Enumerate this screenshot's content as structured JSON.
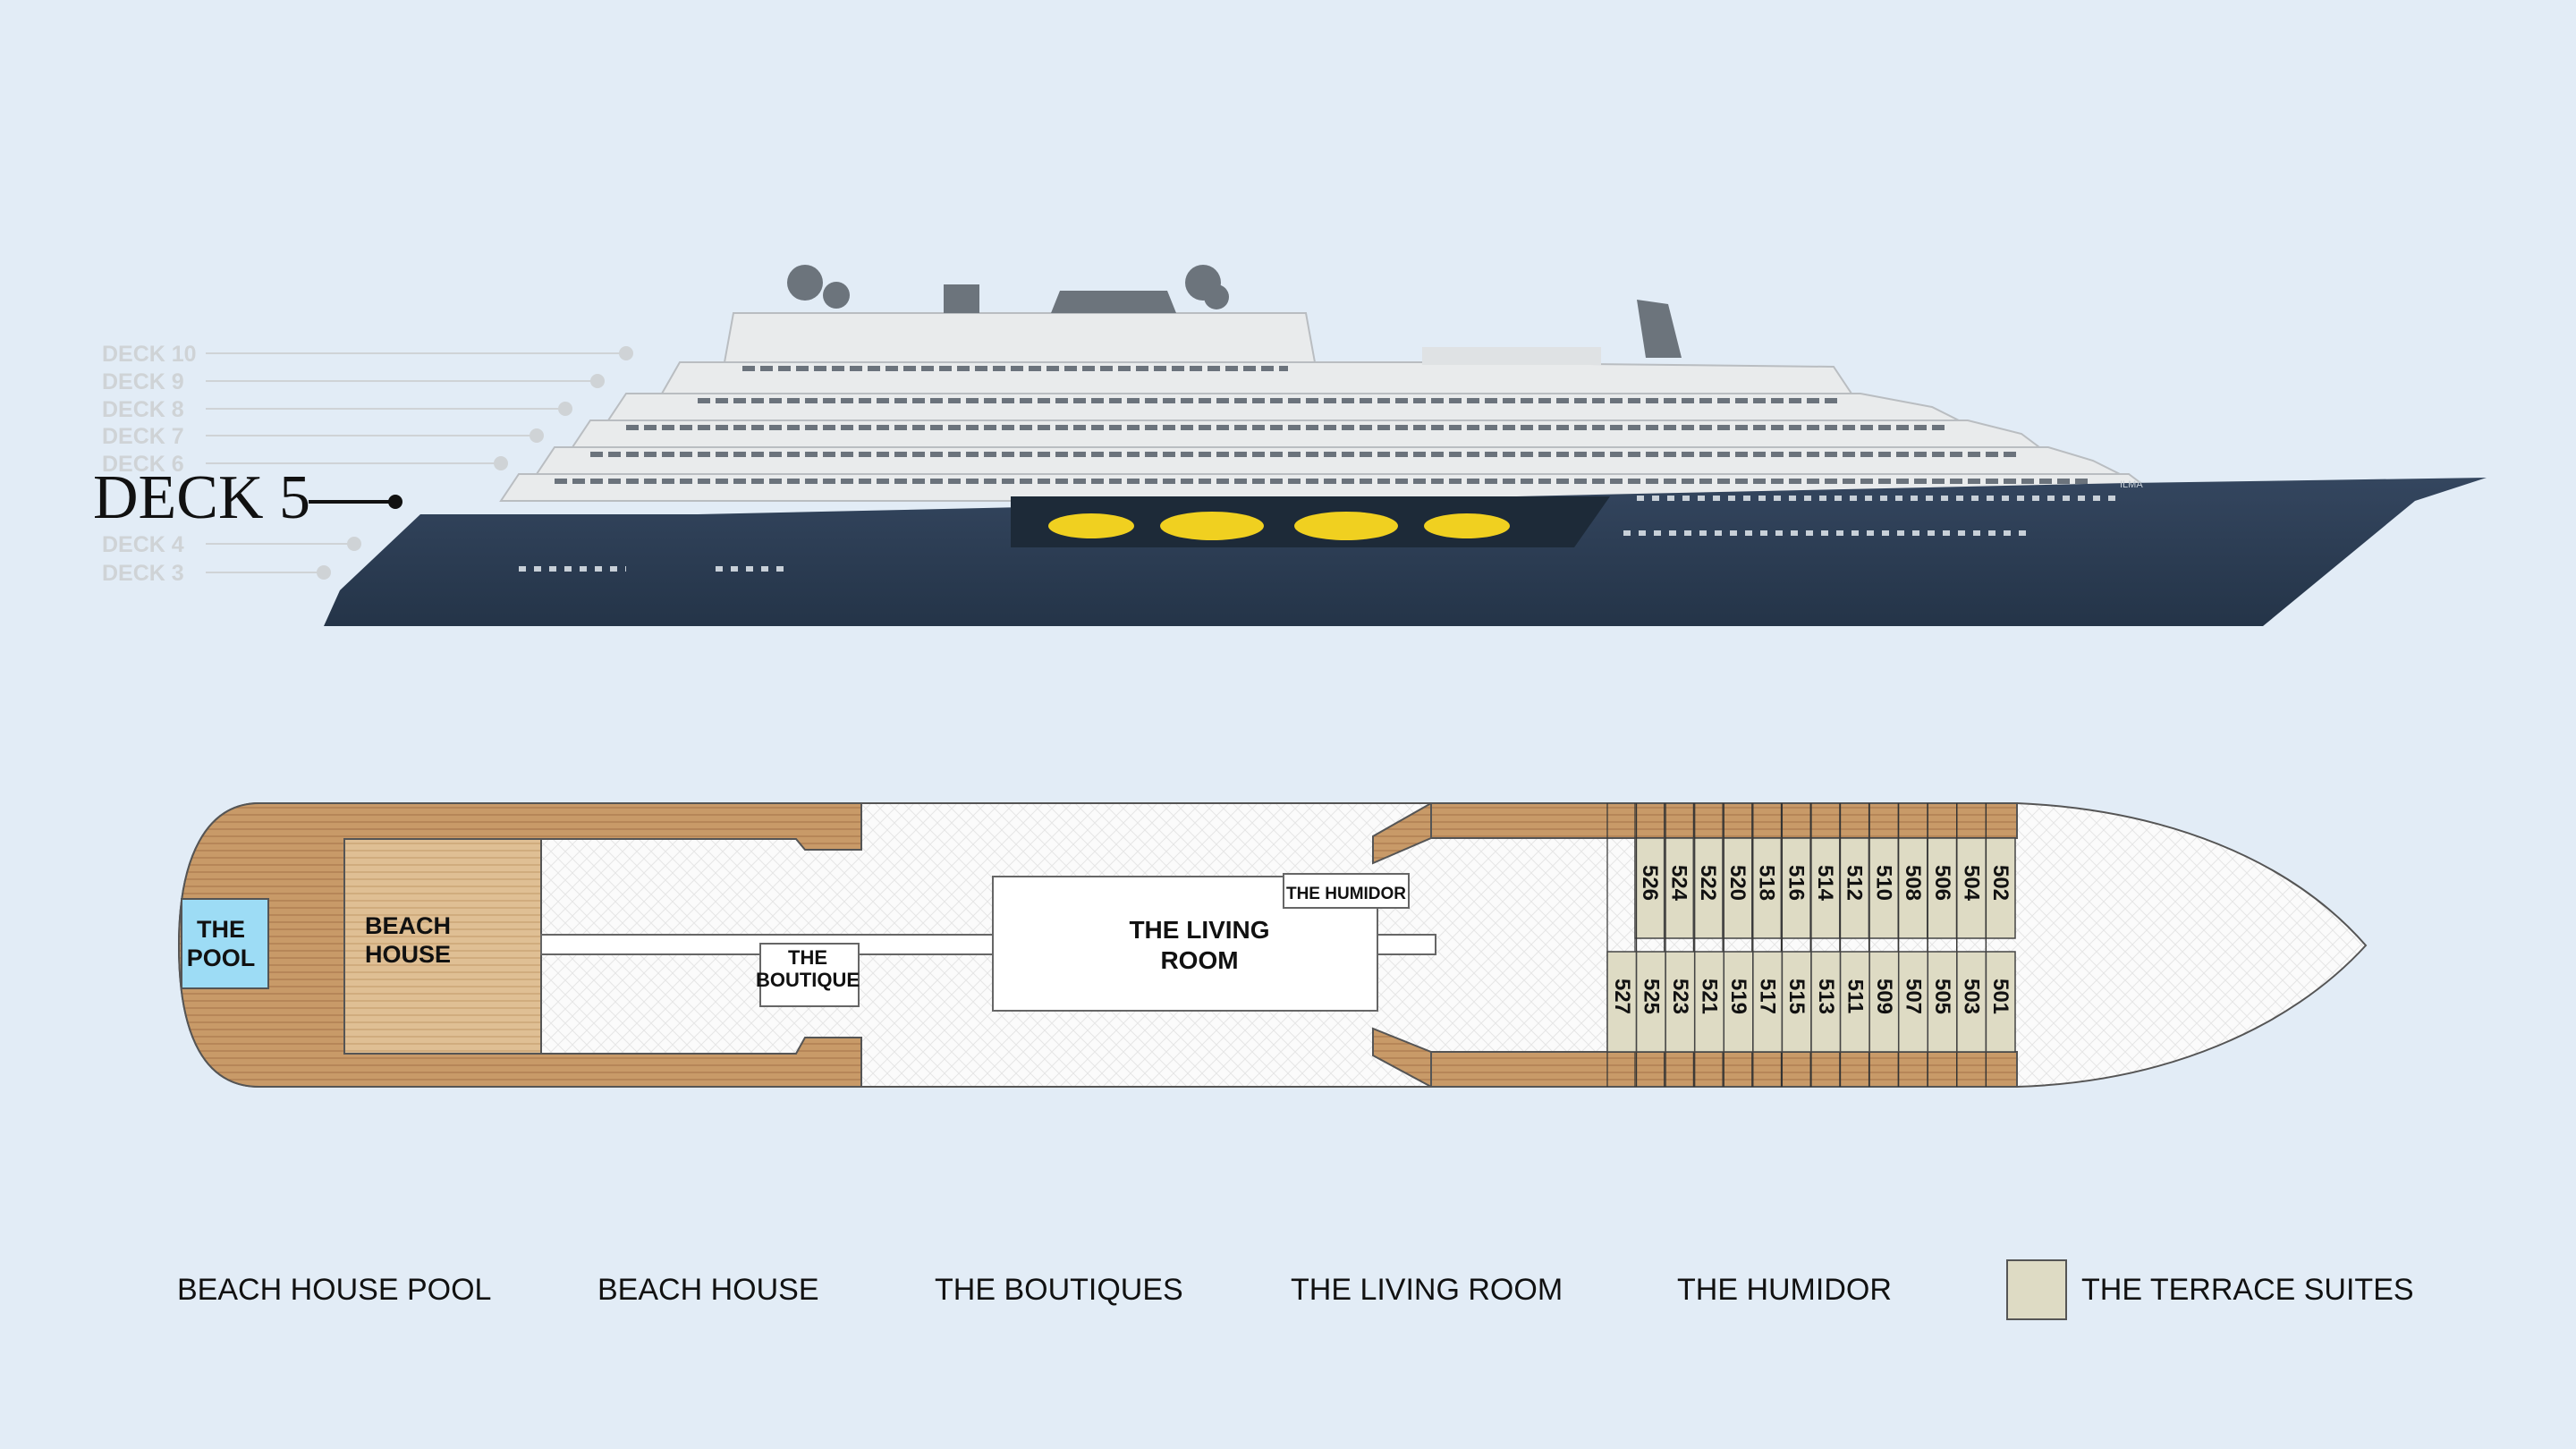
{
  "side_view": {
    "current_deck": "DECK 5",
    "other_decks": [
      "DECK 10",
      "DECK 9",
      "DECK 8",
      "DECK 7",
      "DECK 6",
      "DECK 4",
      "DECK 3"
    ],
    "ship_name": "ILMA"
  },
  "deck_plan": {
    "areas": {
      "pool": [
        "THE",
        "POOL"
      ],
      "beach_house": [
        "BEACH",
        "HOUSE"
      ],
      "boutique": [
        "THE",
        "BOUTIQUE"
      ],
      "living_room": [
        "THE LIVING",
        "ROOM"
      ],
      "humidor": "THE HUMIDOR"
    },
    "suites_upper": [
      "526",
      "524",
      "522",
      "520",
      "518",
      "516",
      "514",
      "512",
      "510",
      "508",
      "506",
      "504",
      "502"
    ],
    "suites_lower": [
      "527",
      "525",
      "523",
      "521",
      "519",
      "517",
      "515",
      "513",
      "511",
      "509",
      "507",
      "505",
      "503",
      "501"
    ]
  },
  "legend": {
    "items": [
      "BEACH HOUSE POOL",
      "BEACH HOUSE",
      "THE BOUTIQUES",
      "THE LIVING ROOM",
      "THE HUMIDOR",
      "THE TERRACE SUITES"
    ]
  },
  "colors": {
    "background": "#e2ecf6",
    "hull": "#2c3e55",
    "deck_wood": "#c89a68",
    "pool": "#9ddcf5",
    "terrace_suite": "#dedbc4"
  }
}
